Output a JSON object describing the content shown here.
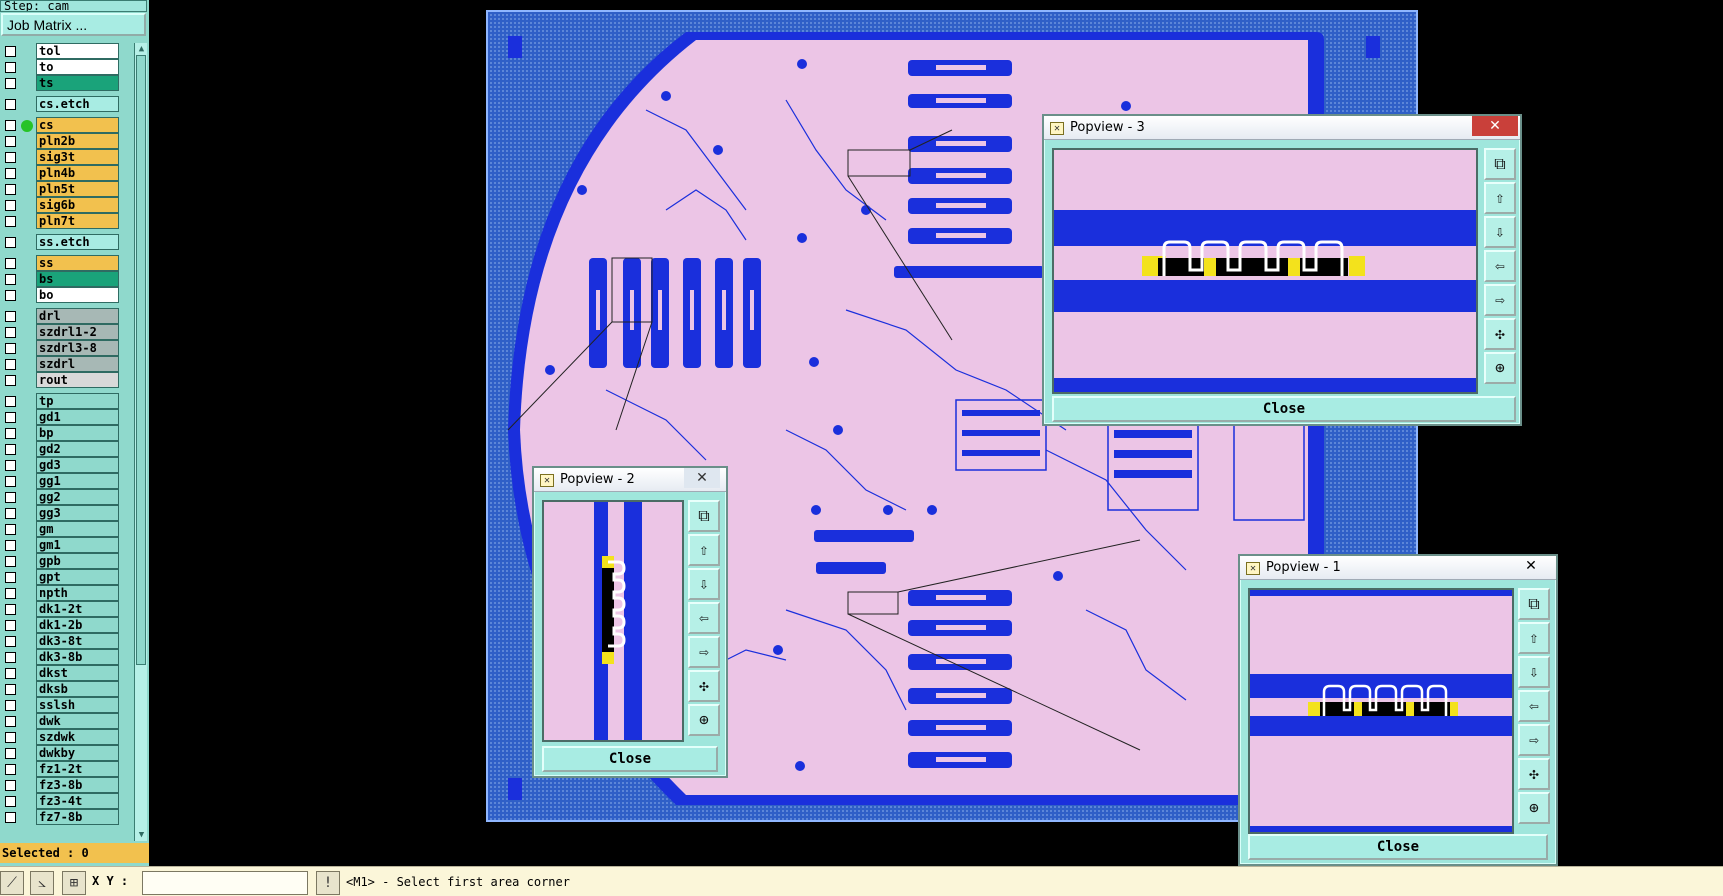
{
  "step_label": "Step: cam",
  "job_matrix_label": "Job Matrix ...",
  "layers": [
    {
      "name": "tol",
      "color": "#ffffff",
      "active": false
    },
    {
      "name": "to",
      "color": "#ffffff",
      "active": false
    },
    {
      "name": "ts",
      "color": "#1aa37a",
      "active": false
    },
    {
      "name": "cs.etch",
      "color": "#a8ece3",
      "active": false
    },
    {
      "name": "cs",
      "color": "#f2c14e",
      "active": true
    },
    {
      "name": "pln2b",
      "color": "#f2c14e",
      "active": false
    },
    {
      "name": "sig3t",
      "color": "#f2c14e",
      "active": false
    },
    {
      "name": "pln4b",
      "color": "#f2c14e",
      "active": false
    },
    {
      "name": "pln5t",
      "color": "#f2c14e",
      "active": false
    },
    {
      "name": "sig6b",
      "color": "#f2c14e",
      "active": false
    },
    {
      "name": "pln7t",
      "color": "#f2c14e",
      "active": false
    },
    {
      "name": "ss.etch",
      "color": "#a8ece3",
      "active": false
    },
    {
      "name": "ss",
      "color": "#f2c14e",
      "active": false
    },
    {
      "name": "bs",
      "color": "#1aa37a",
      "active": false
    },
    {
      "name": "bo",
      "color": "#ffffff",
      "active": false
    },
    {
      "name": "drl",
      "color": "#a7b8b5",
      "active": false
    },
    {
      "name": "szdrl1-2",
      "color": "#a7b8b5",
      "active": false
    },
    {
      "name": "szdrl3-8",
      "color": "#a7b8b5",
      "active": false
    },
    {
      "name": "szdrl",
      "color": "#a7b8b5",
      "active": false
    },
    {
      "name": "rout",
      "color": "#d9d9d9",
      "active": false
    },
    {
      "name": "tp",
      "color": "#8fd9cc",
      "active": false
    },
    {
      "name": "gd1",
      "color": "#8fd9cc",
      "active": false
    },
    {
      "name": "bp",
      "color": "#8fd9cc",
      "active": false
    },
    {
      "name": "gd2",
      "color": "#8fd9cc",
      "active": false
    },
    {
      "name": "gd3",
      "color": "#8fd9cc",
      "active": false
    },
    {
      "name": "gg1",
      "color": "#8fd9cc",
      "active": false
    },
    {
      "name": "gg2",
      "color": "#8fd9cc",
      "active": false
    },
    {
      "name": "gg3",
      "color": "#8fd9cc",
      "active": false
    },
    {
      "name": "gm",
      "color": "#8fd9cc",
      "active": false
    },
    {
      "name": "gm1",
      "color": "#8fd9cc",
      "active": false
    },
    {
      "name": "gpb",
      "color": "#8fd9cc",
      "active": false
    },
    {
      "name": "gpt",
      "color": "#8fd9cc",
      "active": false
    },
    {
      "name": "npth",
      "color": "#8fd9cc",
      "active": false
    },
    {
      "name": "dk1-2t",
      "color": "#8fd9cc",
      "active": false
    },
    {
      "name": "dk1-2b",
      "color": "#8fd9cc",
      "active": false
    },
    {
      "name": "dk3-8t",
      "color": "#8fd9cc",
      "active": false
    },
    {
      "name": "dk3-8b",
      "color": "#8fd9cc",
      "active": false
    },
    {
      "name": "dkst",
      "color": "#8fd9cc",
      "active": false
    },
    {
      "name": "dksb",
      "color": "#8fd9cc",
      "active": false
    },
    {
      "name": "sslsh",
      "color": "#8fd9cc",
      "active": false
    },
    {
      "name": "dwk",
      "color": "#8fd9cc",
      "active": false
    },
    {
      "name": "szdwk",
      "color": "#8fd9cc",
      "active": false
    },
    {
      "name": "dwkby",
      "color": "#8fd9cc",
      "active": false
    },
    {
      "name": "fz1-2t",
      "color": "#8fd9cc",
      "active": false
    },
    {
      "name": "fz3-8b",
      "color": "#8fd9cc",
      "active": false
    },
    {
      "name": "fz3-4t",
      "color": "#8fd9cc",
      "active": false
    },
    {
      "name": "fz7-8b",
      "color": "#8fd9cc",
      "active": false
    }
  ],
  "selected_label": "Selected : 0",
  "status": {
    "xy_label": "X Y :",
    "xy_value": "",
    "prompt": "<M1> - Select first area corner"
  },
  "popviews": [
    {
      "title": "Popview - 3",
      "close_label": "Close",
      "close_icon": "close-icon"
    },
    {
      "title": "Popview - 2",
      "close_label": "Close",
      "close_icon": "close-icon"
    },
    {
      "title": "Popview - 1",
      "close_label": "Close",
      "close_icon": "close-icon"
    }
  ],
  "colors": {
    "board_pink": "#ecc5e6",
    "copper_blue": "#1a2fdc",
    "frame_blue": "#3a6fd0",
    "pad_yellow": "#f3e21c",
    "panel_teal": "#8fd9cc"
  }
}
